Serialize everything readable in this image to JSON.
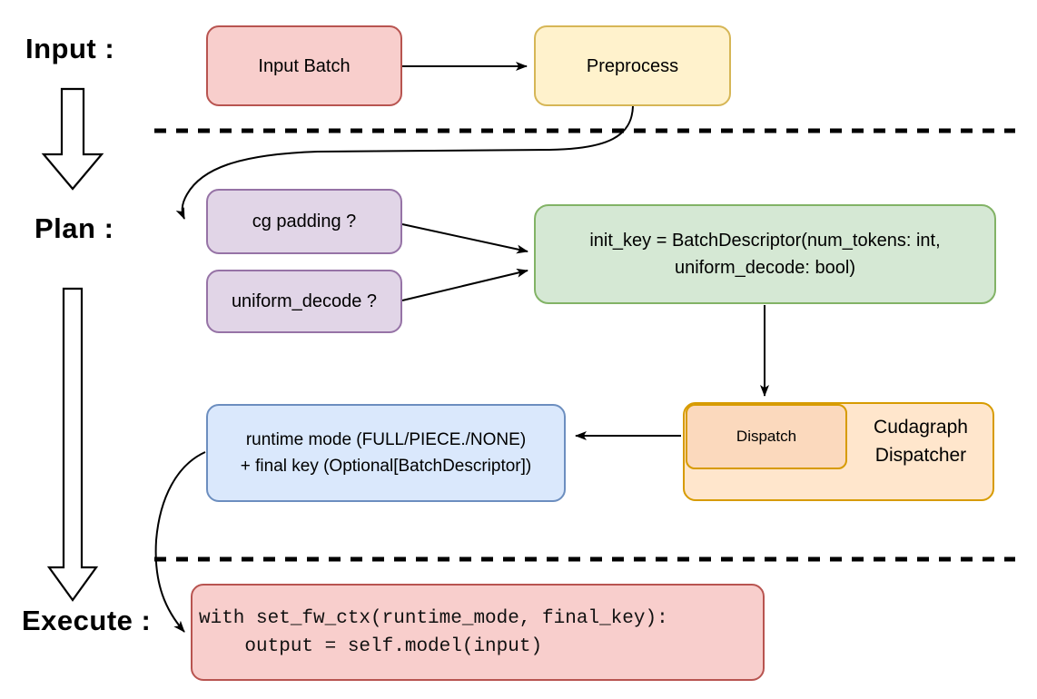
{
  "phase_labels": {
    "input": "Input :",
    "plan": "Plan :",
    "execute": "Execute :"
  },
  "nodes": {
    "input_batch": {
      "label": "Input Batch",
      "fill": "#f8cecc",
      "stroke": "#b85450"
    },
    "preprocess": {
      "label": "Preprocess",
      "fill": "#fff2cc",
      "stroke": "#d6b656"
    },
    "cg_padding": {
      "label": "cg padding ?",
      "fill": "#e1d5e7",
      "stroke": "#9673a6"
    },
    "uniform_decode": {
      "label": "uniform_decode ?",
      "fill": "#e1d5e7",
      "stroke": "#9673a6"
    },
    "init_key": {
      "line1": "init_key = BatchDescriptor(num_tokens: int,",
      "line2": "uniform_decode: bool)",
      "fill": "#d5e8d4",
      "stroke": "#82b366"
    },
    "cudagraph_dispatcher": {
      "line1": "Cudagraph",
      "line2": "Dispatcher",
      "fill": "#ffe6cc",
      "stroke": "#d79b00"
    },
    "dispatch": {
      "label": "Dispatch",
      "fill": "#fbd9bd",
      "stroke": "#d79b00"
    },
    "runtime_result": {
      "line1": "runtime mode (FULL/PIECE./NONE)",
      "line2": "+ final key (Optional[BatchDescriptor])",
      "fill": "#dae8fc",
      "stroke": "#6c8ebf"
    },
    "execute_code": {
      "line1": "with set_fw_ctx(runtime_mode, final_key):",
      "line2": "    output = self.model(input)",
      "fill": "#f8cecc",
      "stroke": "#b85450"
    }
  },
  "connector_color": "#000000",
  "background_color": "#ffffff"
}
